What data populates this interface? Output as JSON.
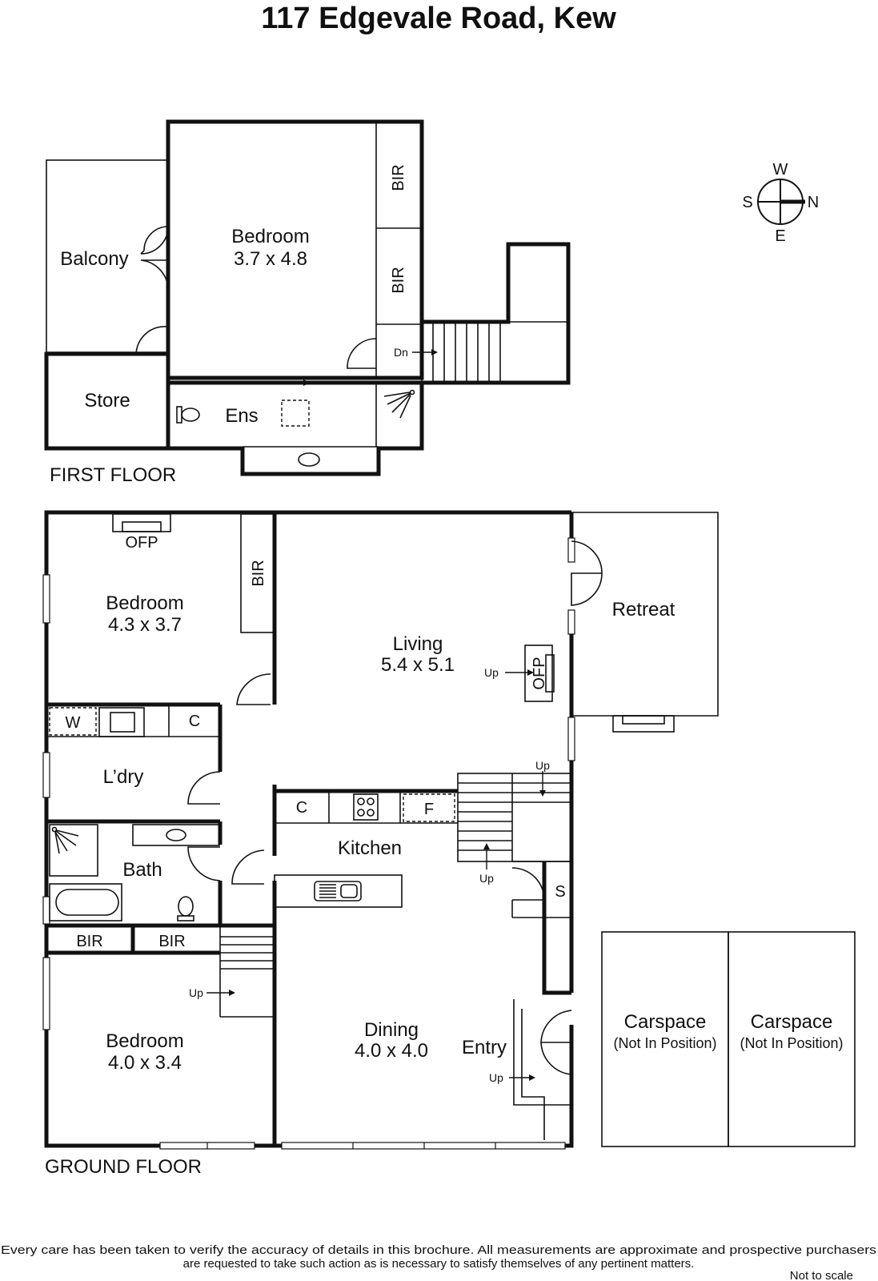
{
  "title": "117 Edgevale Road, Kew",
  "compass": {
    "west": "W",
    "south": "S",
    "north": "N",
    "east": "E"
  },
  "first_floor": {
    "label": "FIRST FLOOR",
    "bedroom": {
      "name": "Bedroom",
      "dims": "3.7 x 4.8"
    },
    "balcony": "Balcony",
    "store": "Store",
    "ensuite": "Ens",
    "bir_1": "BIR",
    "bir_2": "BIR",
    "stair_dn": "Dn"
  },
  "ground_floor": {
    "label": "GROUND FLOOR",
    "bedroom_1": {
      "name": "Bedroom",
      "dims": "4.3 x 3.7"
    },
    "ofp_bedroom": "OFP",
    "bir_bedroom": "BIR",
    "living": {
      "name": "Living",
      "dims": "5.4 x 5.1"
    },
    "ofp_living": "OFP",
    "up_living": "Up",
    "retreat": "Retreat",
    "laundry": "L’dry",
    "laundry_w": "W",
    "laundry_c": "C",
    "bath": "Bath",
    "kitchen": "Kitchen",
    "kitchen_c": "C",
    "kitchen_f": "F",
    "stair_up_top": "Up",
    "stair_up_mid": "Up",
    "store_s": "S",
    "bir_left": "BIR",
    "bir_right": "BIR",
    "up_hall": "Up",
    "bedroom_2": {
      "name": "Bedroom",
      "dims": "4.0 x 3.4"
    },
    "dining": {
      "name": "Dining",
      "dims": "4.0 x 4.0"
    },
    "entry": "Entry",
    "up_entry": "Up",
    "carspace_1": {
      "name": "Carspace",
      "note": "(Not In Position)"
    },
    "carspace_2": {
      "name": "Carspace",
      "note": "(Not In Position)"
    }
  },
  "disclaimer": {
    "line1": "Every care has been taken to verify the accuracy of details in this brochure.  All measurements are approximate and prospective purchasers",
    "line2": "are requested to take such action as is necessary to satisfy themselves of any pertinent matters.",
    "scale": "Not to scale"
  }
}
